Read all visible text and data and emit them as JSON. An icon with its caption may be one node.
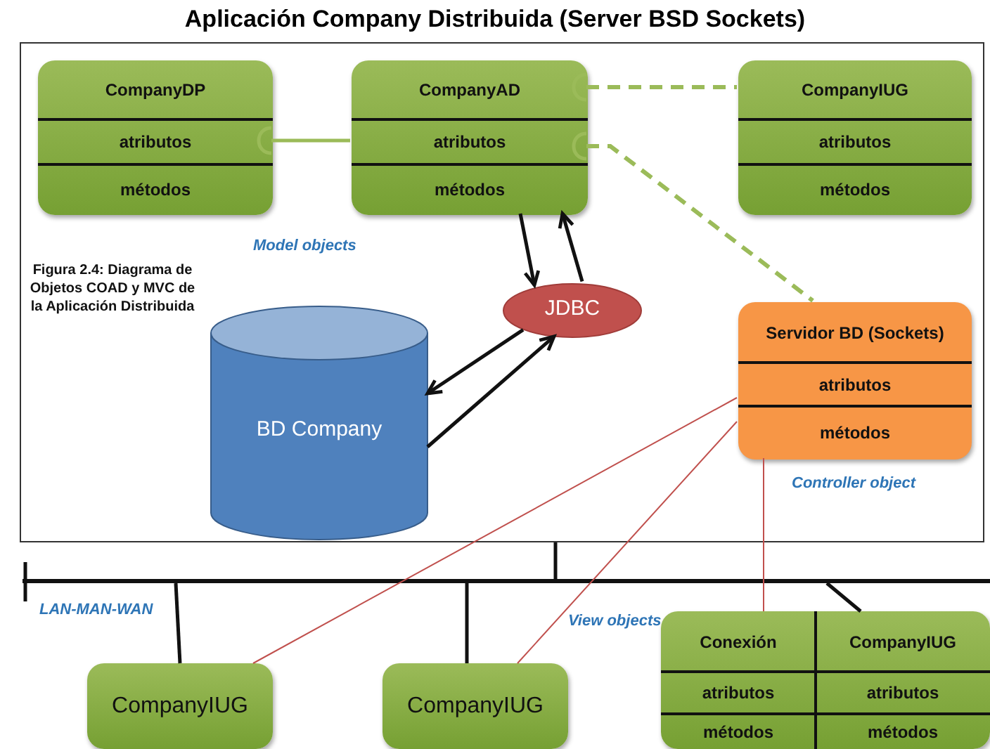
{
  "diagram": {
    "title": "Aplicación Company Distribuida (Server BSD Sockets)",
    "nodes": [
      {
        "text": [],
        "shape": "box"
      },
      {
        "text": [
          "CompanyDP",
          "atributos",
          "métodos"
        ],
        "in": 0
      },
      {
        "text": [
          "CompanyAD",
          "atributos",
          "métodos"
        ],
        "in": 0
      },
      {
        "text": [
          "CompanyIUG",
          "atributos",
          "métodos"
        ],
        "in": 0
      },
      {
        "text": [
          "JDBC"
        ],
        "in": 0
      },
      {
        "text": [
          "BD Company"
        ],
        "in": 0
      },
      {
        "text": [
          "Servidor BD (Sockets)",
          "atributos",
          "métodos"
        ],
        "in": 0
      },
      {
        "text": [],
        "shape": "bar"
      },
      {
        "text": [
          "CompanyIUG"
        ]
      },
      {
        "text": [
          "CompanyIUG"
        ]
      },
      {
        "text": [
          "Conexión",
          "CompanyIUG",
          "atributos",
          "atributos",
          "métodos",
          "métodos"
        ]
      }
    ],
    "edges": [
      {
        "from": 1,
        "to": 2,
        "arrow": "other",
        "color": "#9bbb59"
      },
      {
        "from": 2,
        "to": 3,
        "arrow": "other",
        "style": "dashed",
        "color": "#9bbb59"
      },
      {
        "from": 2,
        "to": 6,
        "arrow": "other",
        "style": "dashed",
        "color": "#9bbb59"
      },
      {
        "from": 2,
        "to": 4,
        "arrow": "to"
      },
      {
        "from": 4,
        "to": 2,
        "arrow": "to"
      },
      {
        "from": 4,
        "to": 5,
        "arrow": "to"
      },
      {
        "from": 5,
        "to": 4,
        "arrow": "to"
      },
      {
        "from": 6,
        "to": 8,
        "arrow": "none",
        "color": "#c0504d"
      },
      {
        "from": 6,
        "to": 9,
        "arrow": "none",
        "color": "#c0504d"
      },
      {
        "from": 6,
        "to": 10,
        "arrow": "none",
        "color": "#c0504d"
      },
      {
        "from": 0,
        "to": 7,
        "arrow": "none"
      },
      {
        "from": 7,
        "to": 8,
        "arrow": "none"
      },
      {
        "from": 7,
        "to": 9,
        "arrow": "none"
      },
      {
        "from": 7,
        "to": 10,
        "arrow": "none"
      }
    ],
    "labels": [
      "Model objects",
      "Figura 2.4: Diagrama de Objetos COAD y MVC de la Aplicación Distribuida",
      "Controller object",
      "LAN-MAN-WAN",
      "View objects"
    ]
  }
}
